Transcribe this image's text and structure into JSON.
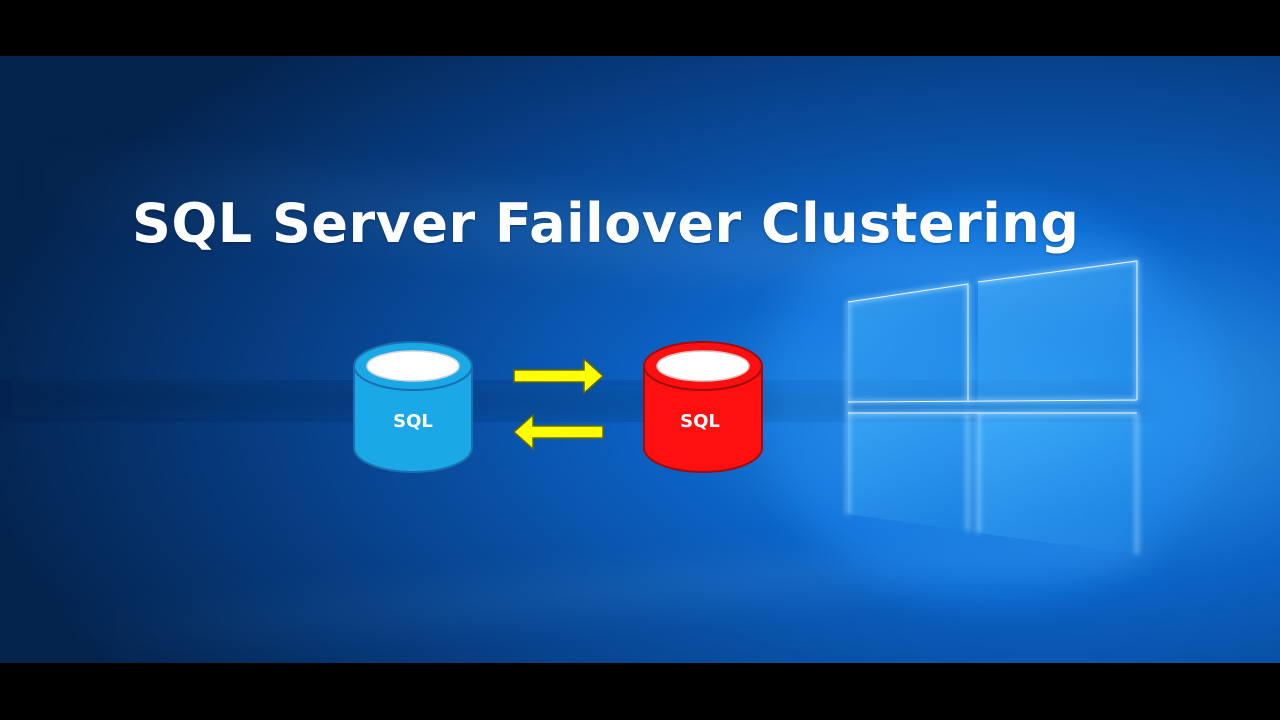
{
  "title": "SQL Server Failover Clustering",
  "diagram": {
    "nodes": [
      {
        "label": "SQL",
        "color": "#1ba8e6",
        "outline": "#1b6fae"
      },
      {
        "label": "SQL",
        "color": "#ff0f0f",
        "outline": "#9e0c0c"
      }
    ],
    "arrow_color": "#ffff00"
  },
  "background": {
    "letterbox_color": "#000000",
    "sky_color": "#0a4f9a",
    "glow_color": "#8fd6ff"
  }
}
